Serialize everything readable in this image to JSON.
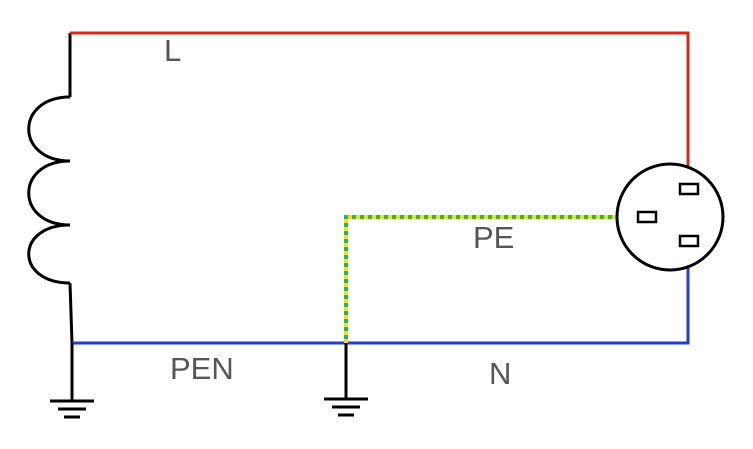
{
  "diagram": {
    "labels": {
      "line": "L",
      "pen": "PEN",
      "protective_earth": "PE",
      "neutral": "N"
    },
    "colors": {
      "line_wire": "#d9281b",
      "neutral_wire": "#1f3fcf",
      "pe_wire_green": "#35b24a",
      "pe_wire_yellow": "#f2e21a",
      "conductor": "#000000",
      "label_text": "#555555",
      "background": "#ffffff"
    },
    "components": [
      {
        "name": "transformer-coil",
        "icon": "inductor-coil"
      },
      {
        "name": "earth-ground-1",
        "icon": "ground-symbol"
      },
      {
        "name": "earth-ground-2",
        "icon": "ground-symbol"
      },
      {
        "name": "socket-outlet",
        "icon": "three-pin-socket"
      }
    ]
  }
}
